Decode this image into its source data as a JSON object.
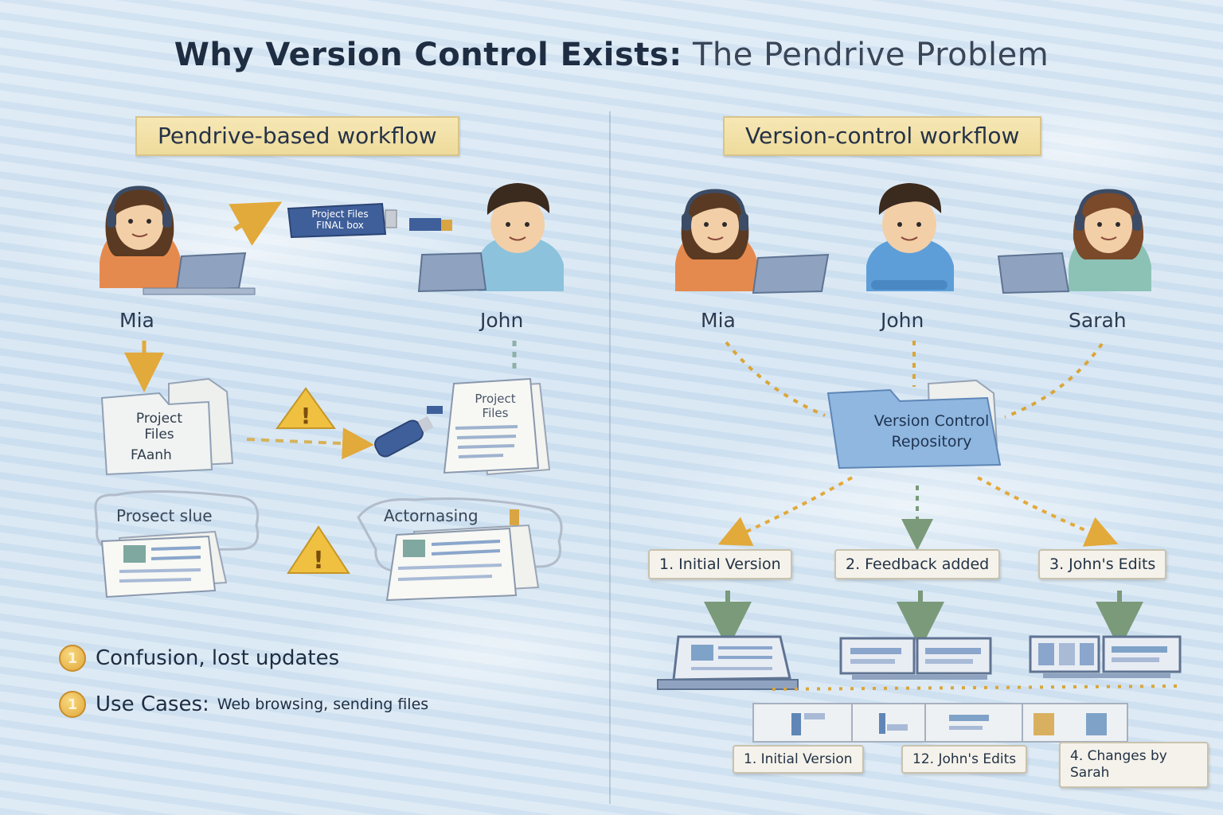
{
  "title": {
    "main": "Why Version Control Exists:",
    "sub": "The Pendrive Problem"
  },
  "left": {
    "banner": "Pendrive-based workflow",
    "people": [
      "Mia",
      "John"
    ],
    "usb_label": [
      "Project Files",
      "FINAL box"
    ],
    "folder_label": [
      "Project",
      "Files",
      "FAanh"
    ],
    "doc_label": [
      "Project",
      "Files"
    ],
    "cloud_left": "Prosect slue",
    "cloud_right": "Actornasing",
    "bullets": [
      {
        "marker": "1",
        "text": "Confusion, lost updates",
        "extra": ""
      },
      {
        "marker": "1",
        "text": "Use Cases:",
        "extra": "Web browsing, sending files"
      }
    ]
  },
  "right": {
    "banner": "Version-control workflow",
    "people": [
      "Mia",
      "John",
      "Sarah"
    ],
    "repo_label": [
      "Version Control",
      "Repository"
    ],
    "versions": [
      "1. Initial Version",
      "2. Feedback added",
      "3. John's Edits"
    ],
    "history": [
      "1. Initial Version",
      "12. John's Edits",
      "4. Changes by Sarah"
    ]
  },
  "colors": {
    "accent": "#e2a93b",
    "arrow_green": "#7a9a7a",
    "banner": "#f1e0a6",
    "shirt_orange": "#e58a4e",
    "shirt_blue": "#5d9ed8",
    "shirt_teal": "#8cc2b6"
  }
}
